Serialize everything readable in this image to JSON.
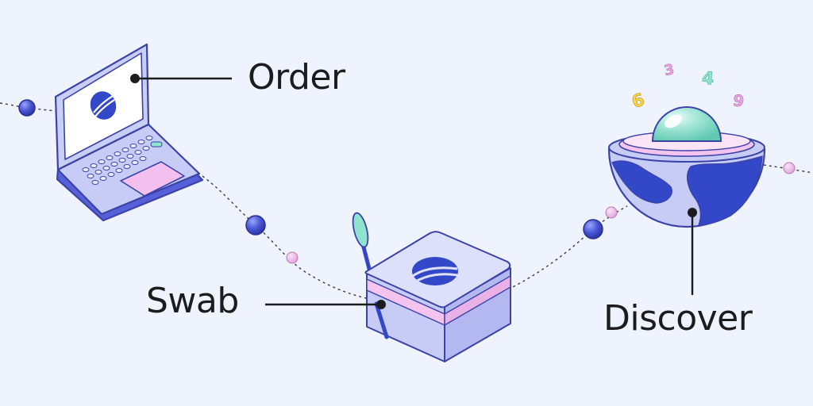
{
  "steps": {
    "order": "Order",
    "swab": "Swab",
    "discover": "Discover"
  },
  "floating_digits": [
    "6",
    "3",
    "4",
    "9"
  ],
  "colors": {
    "background": "#eef3fd",
    "ink": "#1c1c1f",
    "lavender": "#c7ccf7",
    "lavender_light": "#dde0fb",
    "outline": "#3b43a8",
    "brand_blue": "#3347c9",
    "pink": "#f2c4ee",
    "mint": "#7fdcc8"
  }
}
